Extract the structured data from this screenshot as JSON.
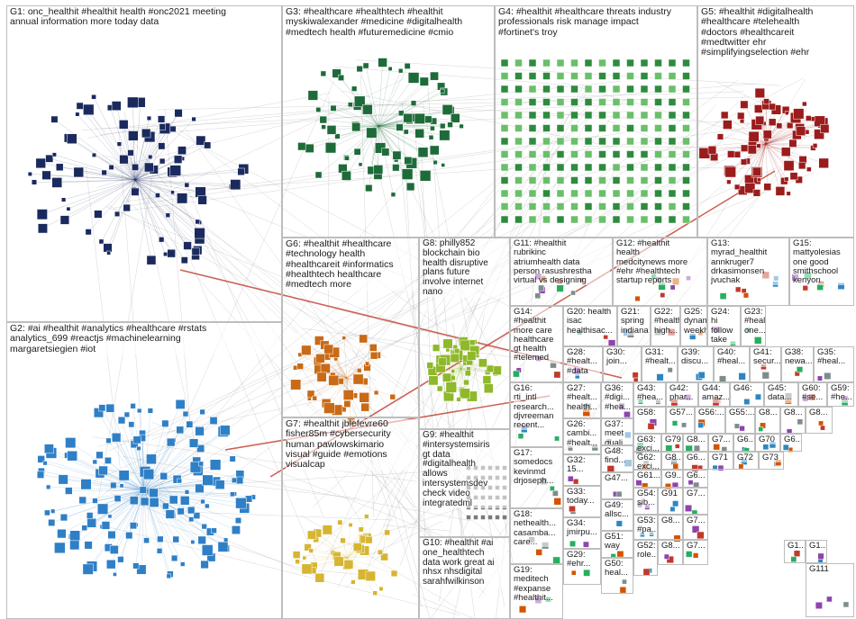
{
  "groups": [
    {
      "id": "G1",
      "label": "G1: onc_healthit #healthit health #onc2021 meeting\nannual information more today data",
      "node_color": "#1b2a5e",
      "count": 90
    },
    {
      "id": "G2",
      "label": "G2: #ai #healthit #analytics #healthcare #rstats\nanalytics_699 #reactjs #machinelearning\nmargaretsiegien #iot",
      "node_color": "#2f7fc6",
      "count": 150
    },
    {
      "id": "G3",
      "label": "G3: #healthcare #healthtech #healthit\nmyskiwalexander #medicine #digitalhealth\n#medtech health #futuremedicine #cmio",
      "node_color": "#1e6b3a",
      "count": 80
    },
    {
      "id": "G4",
      "label": "G4: #healthit #healthcare threats industry\nprofessionals risk manage impact\n#fortinet's troy",
      "node_color": "#2e8b3e",
      "count": 0
    },
    {
      "id": "G5",
      "label": "G5: #healthit #digitalhealth\n#healthcare #telehealth\n#doctors #healthcareit\n#medtwitter ehr\n#simplifyingselection #ehr",
      "node_color": "#9b1c1c",
      "count": 80
    },
    {
      "id": "G6",
      "label": "G6: #healthit #healthcare\n#technology health\n#healthcareit #informatics\n#healthtech healthcare\n#medtech more",
      "node_color": "#c96a16",
      "count": 45
    },
    {
      "id": "G7",
      "label": "G7: #healthit jblefevre60\nfisher85m #cybersecurity\nhuman pawlowskimario\nvisual #guide #emotions\nvisualcap",
      "node_color": "#d6b531",
      "count": 40
    },
    {
      "id": "G8",
      "label": "G8: philly852\nblockchain bio\nhealth disruptive\nplans future\ninvolve internet\nnano",
      "node_color": "#8fb82a",
      "count": 55
    },
    {
      "id": "G9",
      "label": "G9: #healthit\n#intersystemsiris\ngt data\n#digitalhealth\nallows\nintersystemsdev\ncheck video\nintegratedml",
      "node_color": "#7a7a7a",
      "count": 0
    },
    {
      "id": "G10",
      "label": "G10: #healthit #ai\none_healthtech\ndata work great ai\nnhsx nhsdigital\nsarahfwilkinson",
      "node_color": "#6b7f1e",
      "count": 0
    },
    {
      "id": "G11",
      "label": "G11: #healthit\nrubrikinc\natriumhealth data\nperson rasushrestha\nvirtual vs designing",
      "node_color": "#8e44ad",
      "count": 0
    },
    {
      "id": "G12",
      "label": "G12: #healthit\nhealth\nmedcitynews more\n#ehr #healthtech\nstartup reports",
      "node_color": "#c0392b",
      "count": 0
    },
    {
      "id": "G13",
      "label": "G13:\nmyrad_healthit\nannkruger7\ndrkasimonsen\njvuchak",
      "node_color": "#555555",
      "count": 0
    },
    {
      "id": "G15",
      "label": "G15:\nmattyolesias\none good\nsmithschool\nkenyon",
      "node_color": "#555555",
      "count": 0
    },
    {
      "id": "G14",
      "label": "G14:\n#healthit\nmore care\nhealthcare\ngt health\n#telemed",
      "node_color": "#555555",
      "count": 0
    },
    {
      "id": "G20",
      "label": "G20: health\nisac\nhealthisac...",
      "node_color": "#555555",
      "count": 0
    },
    {
      "id": "G21",
      "label": "G21:\nspring\nindiana",
      "node_color": "#555555",
      "count": 0
    },
    {
      "id": "G22",
      "label": "G22:\n#healthit\nhigh...",
      "node_color": "#555555",
      "count": 0
    },
    {
      "id": "G24",
      "label": "G24: hi\nfollow\ntake",
      "node_color": "#555555",
      "count": 0
    },
    {
      "id": "G25",
      "label": "G25:\ndynamic\nweekly...",
      "node_color": "#555555",
      "count": 0
    },
    {
      "id": "G23",
      "label": "G23:\n#healthit\none...",
      "node_color": "#555555",
      "count": 0
    },
    {
      "id": "G28",
      "label": "G28:\n#healt...\n#data",
      "node_color": "#555555",
      "count": 0
    },
    {
      "id": "G30",
      "label": "G30:\njoin...",
      "node_color": "#555555",
      "count": 0
    },
    {
      "id": "G31",
      "label": "G31:\n#healt...",
      "node_color": "#555555",
      "count": 0
    },
    {
      "id": "G39",
      "label": "G39:\ndiscu...",
      "node_color": "#555555",
      "count": 0
    },
    {
      "id": "G40",
      "label": "G40:\n#heal...",
      "node_color": "#555555",
      "count": 0
    },
    {
      "id": "G41",
      "label": "G41:\nsecur...",
      "node_color": "#555555",
      "count": 0
    },
    {
      "id": "G38",
      "label": "G38:\nnewa...",
      "node_color": "#555555",
      "count": 0
    },
    {
      "id": "G35",
      "label": "G35:\n#heal...",
      "node_color": "#555555",
      "count": 0
    },
    {
      "id": "G16",
      "label": "G16:\nrti_intl\nresearch...\ndjvreeman\nrecent...",
      "node_color": "#555555",
      "count": 0
    },
    {
      "id": "G27",
      "label": "G27:\n#healt...\nhealth...",
      "node_color": "#555555",
      "count": 0
    },
    {
      "id": "G36",
      "label": "G36:\n#digi...\n#hea...",
      "node_color": "#555555",
      "count": 0
    },
    {
      "id": "G43",
      "label": "G43:\n#hea...",
      "node_color": "#555555",
      "count": 0
    },
    {
      "id": "G42",
      "label": "G42:\nphar...",
      "node_color": "#555555",
      "count": 0
    },
    {
      "id": "G44",
      "label": "G44:\namaz...",
      "node_color": "#555555",
      "count": 0
    },
    {
      "id": "G46",
      "label": "G46:",
      "node_color": "#555555",
      "count": 0
    },
    {
      "id": "G45",
      "label": "G45:\ndata...",
      "node_color": "#555555",
      "count": 0
    },
    {
      "id": "G60",
      "label": "G60:\n#se...",
      "node_color": "#555555",
      "count": 0
    },
    {
      "id": "G59",
      "label": "G59:\n#he...",
      "node_color": "#555555",
      "count": 0
    },
    {
      "id": "G37",
      "label": "G37:\nmeet\nquali",
      "node_color": "#555555",
      "count": 0
    },
    {
      "id": "G58",
      "label": "G58:",
      "node_color": "#555555",
      "count": 0
    },
    {
      "id": "G57",
      "label": "G57...",
      "node_color": "#555555",
      "count": 0
    },
    {
      "id": "G56",
      "label": "G56:...",
      "node_color": "#555555",
      "count": 0
    },
    {
      "id": "G55",
      "label": "G55:...",
      "node_color": "#555555",
      "count": 0
    },
    {
      "id": "G8x1",
      "label": "G8...",
      "node_color": "#555555",
      "count": 0
    },
    {
      "id": "G8x2",
      "label": "G8...",
      "node_color": "#555555",
      "count": 0
    },
    {
      "id": "G8x3",
      "label": "G8...",
      "node_color": "#555555",
      "count": 0
    },
    {
      "id": "G26",
      "label": "G26:\ncambi...\n#healt...",
      "node_color": "#555555",
      "count": 0
    },
    {
      "id": "G48",
      "label": "G48:\nfind...",
      "node_color": "#555555",
      "count": 0
    },
    {
      "id": "G63",
      "label": "G63:\nexci...",
      "node_color": "#555555",
      "count": 0
    },
    {
      "id": "G79",
      "label": "G79",
      "node_color": "#555555",
      "count": 0
    },
    {
      "id": "G8x4",
      "label": "G8...",
      "node_color": "#555555",
      "count": 0
    },
    {
      "id": "G7x1",
      "label": "G7...",
      "node_color": "#555555",
      "count": 0
    },
    {
      "id": "G6x1",
      "label": "G6...",
      "node_color": "#555555",
      "count": 0
    },
    {
      "id": "G70",
      "label": "G70",
      "node_color": "#555555",
      "count": 0
    },
    {
      "id": "G6x2",
      "label": "G6...",
      "node_color": "#555555",
      "count": 0
    },
    {
      "id": "G17",
      "label": "G17:\nsomedocs\nkevinmd\ndrjoseph...",
      "node_color": "#555555",
      "count": 0
    },
    {
      "id": "G32",
      "label": "G32:\n15...",
      "node_color": "#555555",
      "count": 0
    },
    {
      "id": "G62",
      "label": "G62:\nexci...",
      "node_color": "#555555",
      "count": 0
    },
    {
      "id": "G8x5",
      "label": "G8...",
      "node_color": "#555555",
      "count": 0
    },
    {
      "id": "G6x3",
      "label": "G6...",
      "node_color": "#555555",
      "count": 0
    },
    {
      "id": "G71",
      "label": "G71",
      "node_color": "#555555",
      "count": 0
    },
    {
      "id": "G72",
      "label": "G72",
      "node_color": "#555555",
      "count": 0
    },
    {
      "id": "G73",
      "label": "G73",
      "node_color": "#555555",
      "count": 0
    },
    {
      "id": "G47",
      "label": "G47...",
      "node_color": "#555555",
      "count": 0
    },
    {
      "id": "G61",
      "label": "G61...",
      "node_color": "#555555",
      "count": 0
    },
    {
      "id": "G9x1",
      "label": "G9...",
      "node_color": "#555555",
      "count": 0
    },
    {
      "id": "G6x4",
      "label": "G6...",
      "node_color": "#555555",
      "count": 0
    },
    {
      "id": "G18",
      "label": "G18:\nnethealth...\ncasamba...\ncare...",
      "node_color": "#555555",
      "count": 0
    },
    {
      "id": "G33",
      "label": "G33:\ntoday...",
      "node_color": "#555555",
      "count": 0
    },
    {
      "id": "G49",
      "label": "G49:\nallsc...",
      "node_color": "#555555",
      "count": 0
    },
    {
      "id": "G54",
      "label": "G54:\nsib...",
      "node_color": "#555555",
      "count": 0
    },
    {
      "id": "G91",
      "label": "G91",
      "node_color": "#555555",
      "count": 0
    },
    {
      "id": "G7x2",
      "label": "G7...",
      "node_color": "#555555",
      "count": 0
    },
    {
      "id": "G34",
      "label": "G34:\njmirpu...",
      "node_color": "#555555",
      "count": 0
    },
    {
      "id": "G51",
      "label": "G51:\nway",
      "node_color": "#555555",
      "count": 0
    },
    {
      "id": "G53",
      "label": "G53:\n#pa...",
      "node_color": "#555555",
      "count": 0
    },
    {
      "id": "G8x6",
      "label": "G8...",
      "node_color": "#555555",
      "count": 0
    },
    {
      "id": "G7x3",
      "label": "G7...",
      "node_color": "#555555",
      "count": 0
    },
    {
      "id": "G1x1",
      "label": "G1...",
      "node_color": "#555555",
      "count": 0
    },
    {
      "id": "G1x2",
      "label": "G1...",
      "node_color": "#555555",
      "count": 0
    },
    {
      "id": "G19",
      "label": "G19:\nmeditech\n#expanse\n#healthit...",
      "node_color": "#555555",
      "count": 0
    },
    {
      "id": "G29",
      "label": "G29:\n#ehr...",
      "node_color": "#555555",
      "count": 0
    },
    {
      "id": "G50",
      "label": "G50:\nheal...",
      "node_color": "#555555",
      "count": 0
    },
    {
      "id": "G52",
      "label": "G52:\nrole...",
      "node_color": "#555555",
      "count": 0
    },
    {
      "id": "G8x7",
      "label": "G8...",
      "node_color": "#555555",
      "count": 0
    },
    {
      "id": "G7x4",
      "label": "G7...",
      "node_color": "#555555",
      "count": 0
    },
    {
      "id": "G111",
      "label": "G111",
      "node_color": "#555555",
      "count": 0
    }
  ]
}
